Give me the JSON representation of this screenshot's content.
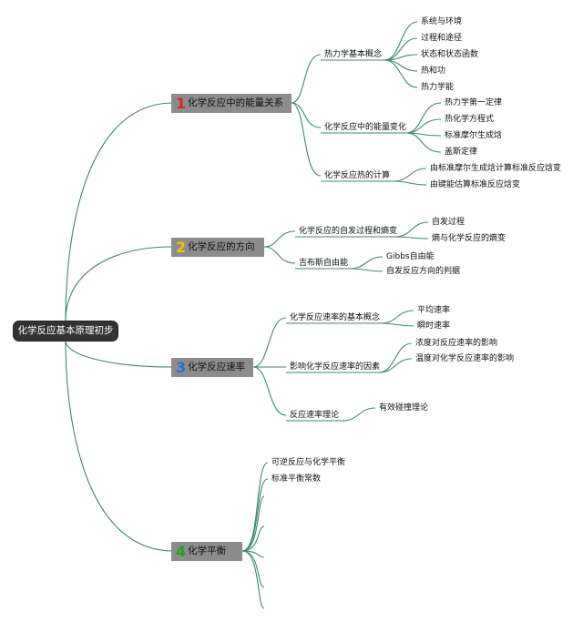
{
  "root": "化学反应基本原理初步",
  "colors": {
    "line": "#3b8a6b",
    "num1": "#d2232a",
    "num2": "#f2c200",
    "num3": "#1e73d2",
    "num4": "#2a9a2a"
  },
  "branches": [
    {
      "num": "1",
      "title": "化学反应中的能量关系",
      "subs": [
        {
          "title": "热力学基本概念",
          "items": [
            "系统与环境",
            "过程和途径",
            "状态和状态函数",
            "热和功",
            "热力学能"
          ]
        },
        {
          "title": "化学反应中的能量变化",
          "items": [
            "热力学第一定律",
            "热化学方程式",
            "标准摩尔生成焓",
            "盖斯定律"
          ]
        },
        {
          "title": "化学反应热的计算",
          "items": [
            "由标准摩尔生成焓计算标准反应焓变",
            "由键能估算标准反应焓变"
          ]
        }
      ]
    },
    {
      "num": "2",
      "title": "化学反应的方向",
      "subs": [
        {
          "title": "化学反应的自发过程和熵变",
          "items": [
            "自发过程",
            "熵与化学反应的熵变"
          ]
        },
        {
          "title": "吉布斯自由能",
          "items": [
            "Gibbs自由能",
            "自发反应方向的判据"
          ]
        }
      ]
    },
    {
      "num": "3",
      "title": "化学反应速率",
      "subs": [
        {
          "title": "化学反应速率的基本概念",
          "items": [
            "平均速率",
            "瞬时速率"
          ]
        },
        {
          "title": "影响化学反应速率的因素",
          "items": [
            "浓度对反应速率的影响",
            "温度对化学反应速率的影响"
          ]
        },
        {
          "title": "反应速率理论",
          "items": [
            "有效碰撞理论"
          ]
        }
      ]
    },
    {
      "num": "4",
      "title": "化学平衡",
      "subs": [
        {
          "title": "可逆反应与化学平衡",
          "items": []
        },
        {
          "title": "标准平衡常数",
          "items": []
        }
      ]
    }
  ]
}
